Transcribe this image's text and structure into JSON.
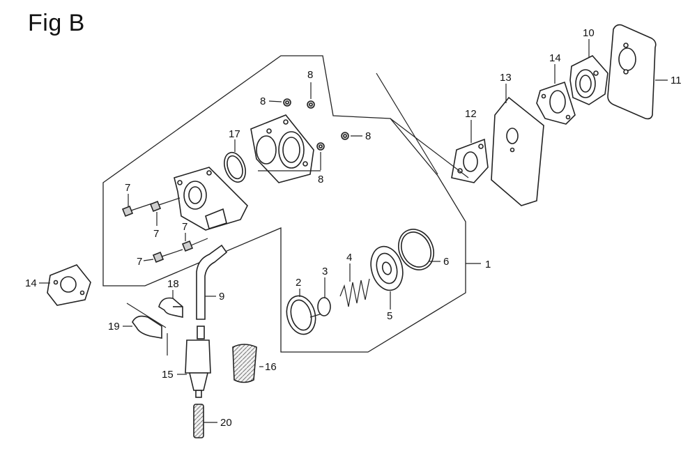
{
  "figure": {
    "title": "Fig B"
  },
  "callouts": {
    "c1": "1",
    "c2": "2",
    "c3": "3",
    "c4": "4",
    "c5": "5",
    "c6": "6",
    "c7a": "7",
    "c7b": "7",
    "c7c": "7",
    "c7d": "7",
    "c8a": "8",
    "c8b": "8",
    "c8c": "8",
    "c8d": "8",
    "c9": "9",
    "c10": "10",
    "c11": "11",
    "c12": "12",
    "c13": "13",
    "c14a": "14",
    "c14b": "14",
    "c15": "15",
    "c16": "16",
    "c17": "17",
    "c18": "18",
    "c19": "19",
    "c20": "20"
  }
}
